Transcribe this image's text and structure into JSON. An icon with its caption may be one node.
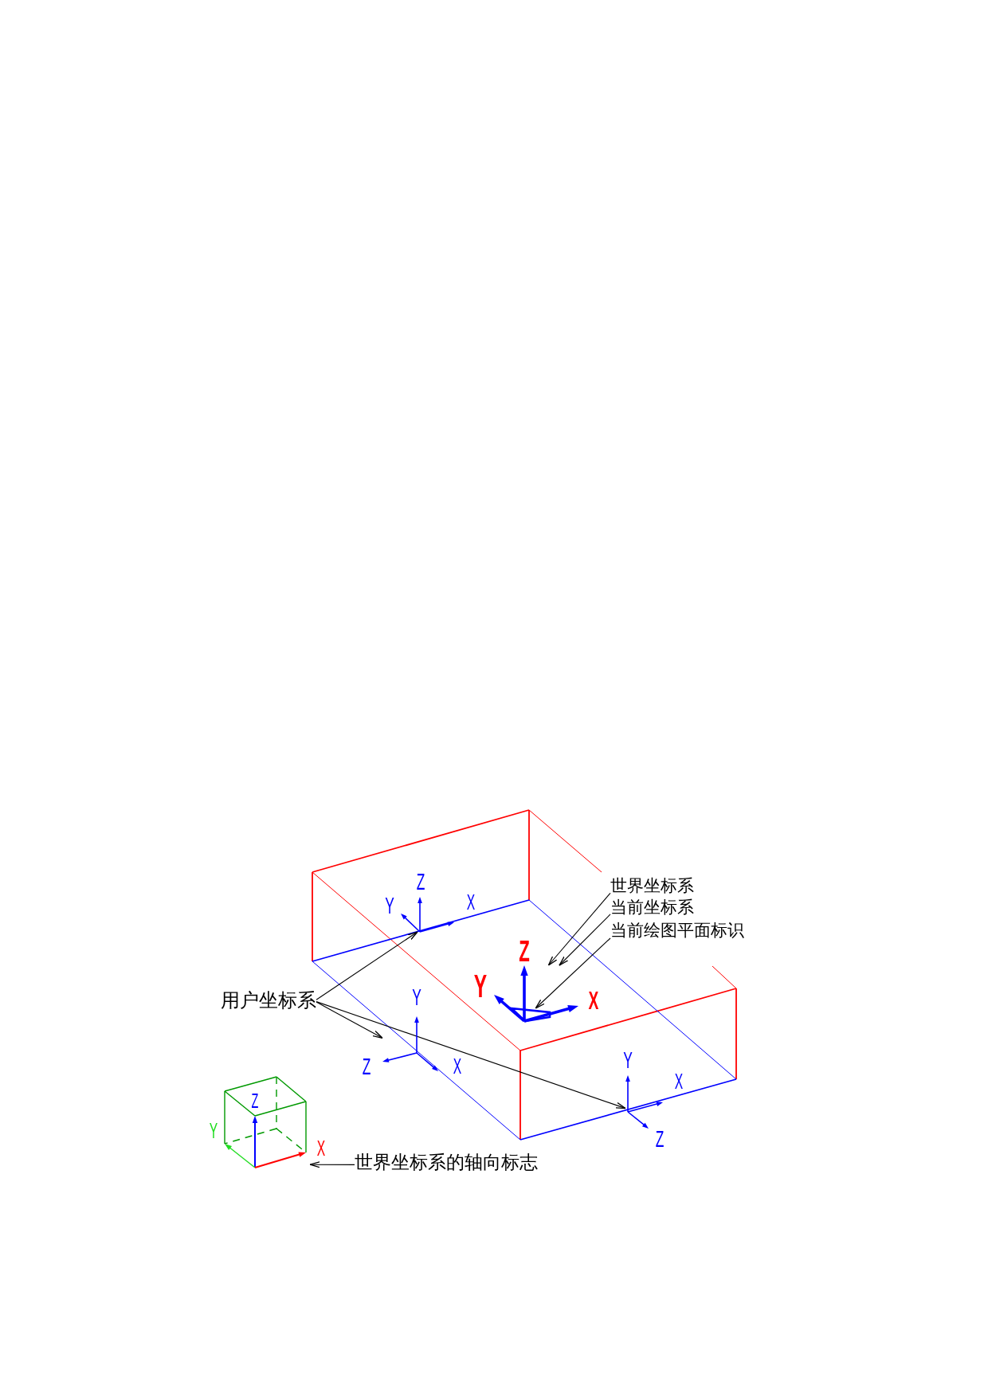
{
  "diagram": {
    "nodes": [
      {
        "text": [
          "世界坐标系"
        ]
      },
      {
        "text": [
          "当前坐标系"
        ]
      },
      {
        "text": [
          "当前绘图平面标识"
        ]
      },
      {
        "text": [],
        "shape": "axes",
        "beside": [
          "Z",
          "Y",
          "X"
        ]
      },
      {
        "text": [],
        "shape": "axes",
        "beside": [
          "Z",
          "Y",
          "X"
        ]
      },
      {
        "text": [],
        "shape": "square",
        "in": 4
      },
      {
        "text": [
          "用户坐标系"
        ]
      },
      {
        "text": [],
        "shape": "axes",
        "beside": [
          "Y",
          "Z",
          "X"
        ]
      },
      {
        "text": [],
        "shape": "axes",
        "beside": [
          "Y",
          "X",
          "Z"
        ]
      },
      {
        "text": [
          "Z"
        ],
        "beside": [
          "Y",
          "X"
        ]
      },
      {
        "text": [
          "世界坐标系的轴向标志"
        ]
      }
    ],
    "edges": [
      {
        "from": 0,
        "to": 4,
        "arrow": "to"
      },
      {
        "from": 1,
        "to": 4,
        "arrow": "to"
      },
      {
        "from": 2,
        "to": 5,
        "arrow": "to"
      },
      {
        "from": 6,
        "to": 3,
        "arrow": "to"
      },
      {
        "from": 6,
        "to": 7,
        "arrow": "to"
      },
      {
        "from": 6,
        "to": 8,
        "arrow": "to"
      },
      {
        "from": 10,
        "to": 9,
        "arrow": "to"
      }
    ]
  }
}
